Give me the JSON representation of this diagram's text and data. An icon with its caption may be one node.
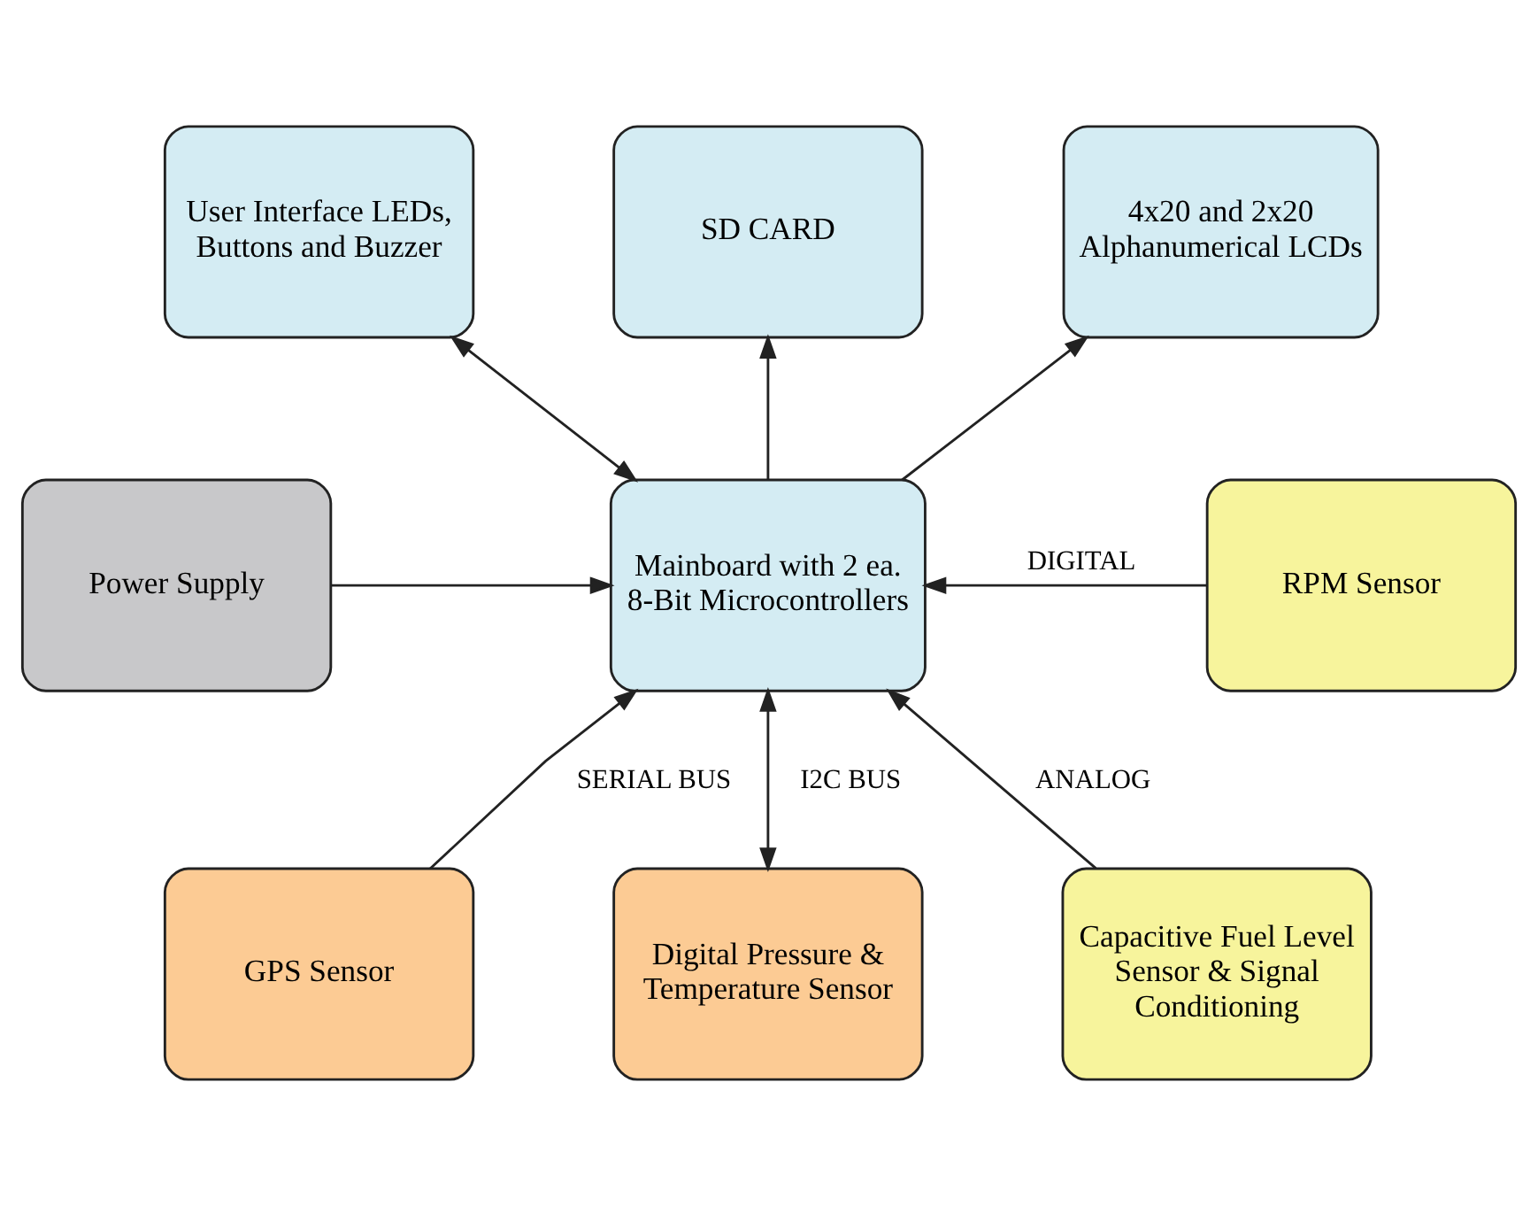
{
  "diagram": {
    "nodes": [
      {
        "text": [
          "User Interface LEDs, Buttons and Buzzer"
        ]
      },
      {
        "text": [
          "SD CARD"
        ]
      },
      {
        "text": [
          "4x20 and 2x20 Alphanumerical LCDs"
        ]
      },
      {
        "text": [
          "Power Supply"
        ]
      },
      {
        "text": [
          "Mainboard with 2 ea. 8-Bit Microcontrollers"
        ]
      },
      {
        "text": [
          "RPM Sensor"
        ]
      },
      {
        "text": [
          "GPS Sensor"
        ]
      },
      {
        "text": [
          "Digital Pressure & Temperature Sensor"
        ]
      },
      {
        "text": [
          "Capacitive Fuel Level Sensor & Signal Conditioning"
        ]
      }
    ],
    "edges": [
      {
        "from": 4,
        "to": 0,
        "arrow": "both"
      },
      {
        "from": 4,
        "to": 1,
        "arrow": "to"
      },
      {
        "from": 4,
        "to": 2,
        "arrow": "to"
      },
      {
        "from": 3,
        "to": 4,
        "arrow": "to"
      },
      {
        "from": 5,
        "to": 4,
        "arrow": "to",
        "label": "DIGITAL"
      },
      {
        "from": 6,
        "to": 4,
        "arrow": "to",
        "label": "SERIAL BUS"
      },
      {
        "from": 4,
        "to": 7,
        "arrow": "both",
        "label": "I2C BUS"
      },
      {
        "from": 8,
        "to": 4,
        "arrow": "to",
        "label": "ANALOG"
      }
    ]
  }
}
